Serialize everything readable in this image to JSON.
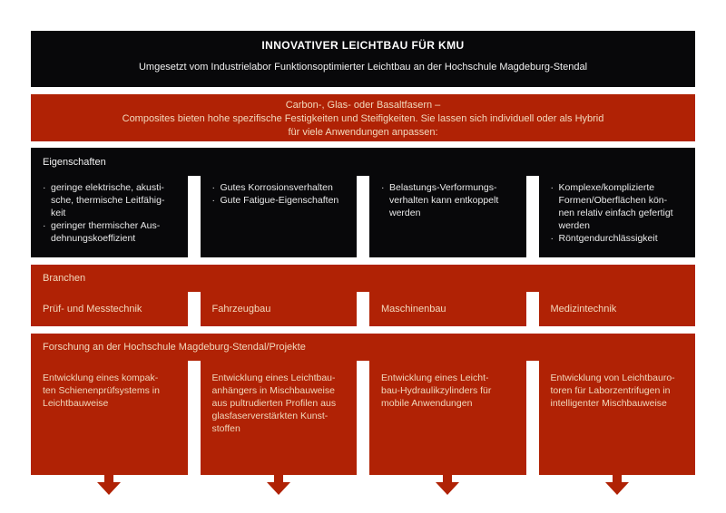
{
  "colors": {
    "block_black": "#08080a",
    "block_red": "#b02205",
    "text_on_red": "#f2dabd",
    "text_on_black": "#f0f0f0"
  },
  "ui": {
    "bullet": "·",
    "arrow_icon": "down-arrow"
  },
  "header": {
    "title": "INNOVATIVER LEICHTBAU FÜR KMU",
    "subtitle": "Umgesetzt vom Industrielabor Funktionsoptimierter Leichtbau an der Hochschule Magdeburg-Stendal"
  },
  "intro": {
    "lines": [
      "Carbon-, Glas- oder Basaltfasern –",
      "Composites bieten hohe spezifische Festigkeiten und Steifigkeiten. Sie lassen sich individuell oder als Hybrid",
      "für viele Anwendungen anpassen:"
    ]
  },
  "properties": {
    "heading": "Eigenschaften",
    "columns": [
      {
        "bullets": [
          [
            "geringe elektrische, akusti-",
            "sche, thermische Leitfähig-",
            "keit"
          ],
          [
            "geringer thermischer Aus-",
            "dehnungskoeffizient"
          ]
        ]
      },
      {
        "bullets": [
          [
            "Gutes Korrosionsverhalten"
          ],
          [
            "Gute Fatigue-Eigenschaften"
          ]
        ]
      },
      {
        "bullets": [
          [
            "Belastungs-Verformungs-",
            "verhalten kann entkoppelt",
            "werden"
          ]
        ]
      },
      {
        "bullets": [
          [
            "Komplexe/komplizierte",
            "Formen/Oberflächen kön-",
            "nen relativ einfach gefertigt",
            "werden"
          ],
          [
            "Röntgendurchlässigkeit"
          ]
        ]
      }
    ]
  },
  "branches": {
    "heading": "Branchen",
    "items": [
      "Prüf- und Messtechnik",
      "Fahrzeugbau",
      "Maschinenbau",
      "Medizintechnik"
    ]
  },
  "research": {
    "heading": "Forschung an der Hochschule Magdeburg-Stendal/Projekte",
    "projects": [
      [
        "Entwicklung eines kompak-",
        "ten Schienenprüfsystems in",
        "Leichtbauweise"
      ],
      [
        "Entwicklung eines Leichtbau-",
        "anhängers in Mischbauweise",
        "aus pultrudierten Profilen aus",
        "glasfaserverstärkten Kunst-",
        "stoffen"
      ],
      [
        "Entwicklung eines Leicht-",
        "bau-Hydraulikzylinders für",
        "mobile Anwendungen"
      ],
      [
        "Entwicklung von Leichtbauro-",
        "toren für Laborzentrifugen in",
        "intelligenter Mischbauweise"
      ]
    ]
  }
}
